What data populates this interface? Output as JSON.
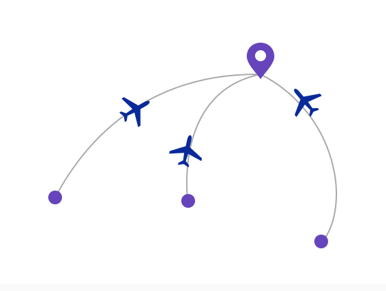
{
  "colors": {
    "route_line": "#aaaaaa",
    "airplane": "#0a2a9a",
    "location_pin": "#6644bb",
    "endpoint_dot": "#6644bb",
    "background": "#ffffff"
  },
  "icons": {
    "destination": "map-pin-icon",
    "plane": "airplane-icon",
    "origin": "dot-icon"
  },
  "routes": [
    "left-route",
    "middle-route",
    "right-route"
  ]
}
